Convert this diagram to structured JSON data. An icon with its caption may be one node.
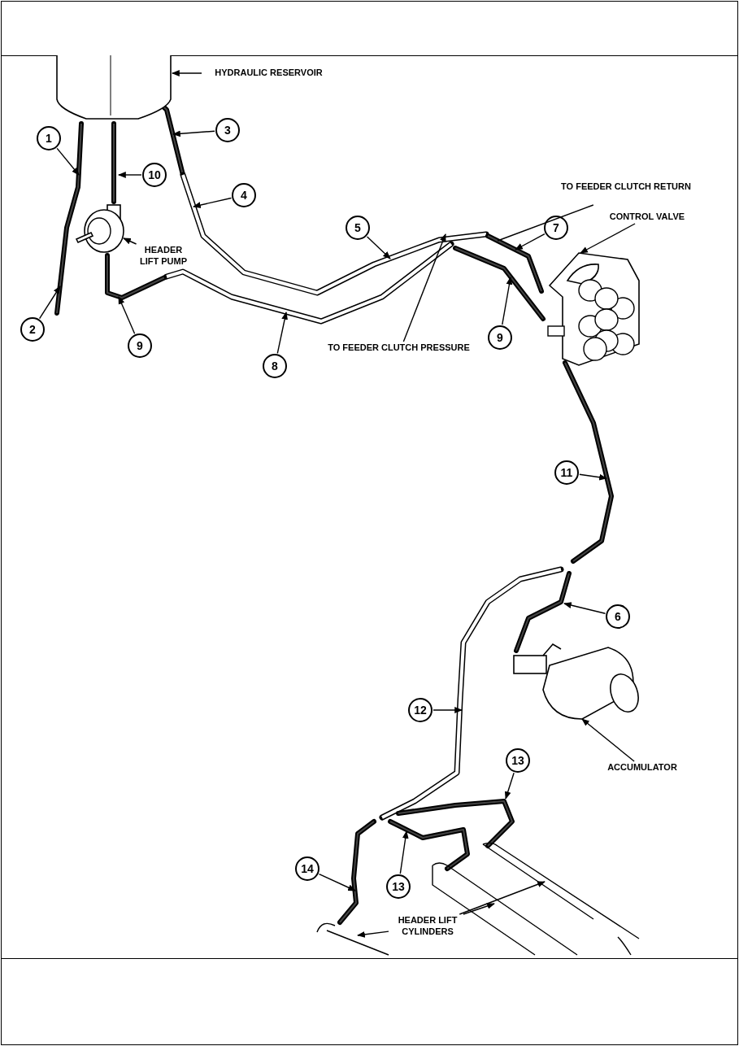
{
  "diagram": {
    "nodes": [
      {
        "text": [
          "HYDRAULIC RESERVOIR"
        ]
      },
      {
        "text": [],
        "shape": "picture"
      },
      {
        "text": [
          "HEADER LIFT PUMP"
        ]
      },
      {
        "text": [],
        "shape": "picture"
      },
      {
        "text": [
          "TO FEEDER CLUTCH RETURN"
        ]
      },
      {
        "text": [
          "CONTROL VALVE"
        ]
      },
      {
        "text": [],
        "shape": "picture"
      },
      {
        "text": [
          "TO FEEDER CLUTCH PRESSURE"
        ]
      },
      {
        "text": [
          "ACCUMULATOR"
        ]
      },
      {
        "text": [],
        "shape": "picture"
      },
      {
        "text": [
          "HEADER LIFT CYLINDERS"
        ]
      },
      {
        "text": [],
        "shape": "picture"
      },
      {
        "text": [],
        "shape": "picture"
      },
      {
        "text": [],
        "shape": "picture"
      },
      {
        "text": [
          "1"
        ]
      },
      {
        "text": [
          "3"
        ]
      },
      {
        "text": [
          "10"
        ]
      },
      {
        "text": [
          "4"
        ]
      },
      {
        "text": [
          "5"
        ]
      },
      {
        "text": [
          "7"
        ]
      },
      {
        "text": [
          "2"
        ]
      },
      {
        "text": [
          "9"
        ]
      },
      {
        "text": [
          "8"
        ]
      },
      {
        "text": [
          "9"
        ]
      },
      {
        "text": [
          "11"
        ]
      },
      {
        "text": [
          "6"
        ]
      },
      {
        "text": [
          "12"
        ]
      },
      {
        "text": [
          "13"
        ]
      },
      {
        "text": [
          "13"
        ]
      },
      {
        "text": [
          "14"
        ]
      }
    ],
    "edges": [
      {
        "from": 14,
        "to": null,
        "arrow": "to"
      },
      {
        "from": 15,
        "to": null,
        "arrow": "to"
      },
      {
        "from": 16,
        "to": null,
        "arrow": "to"
      },
      {
        "from": 17,
        "to": null,
        "arrow": "to"
      },
      {
        "from": 18,
        "to": null,
        "arrow": "to"
      },
      {
        "from": 19,
        "to": null,
        "arrow": "to"
      },
      {
        "from": 20,
        "to": null,
        "arrow": "to"
      },
      {
        "from": 21,
        "to": null,
        "arrow": "to"
      },
      {
        "from": 22,
        "to": null,
        "arrow": "to"
      },
      {
        "from": 23,
        "to": null,
        "arrow": "to"
      },
      {
        "from": 24,
        "to": null,
        "arrow": "to"
      },
      {
        "from": 25,
        "to": null,
        "arrow": "to"
      },
      {
        "from": 26,
        "to": null,
        "arrow": "to"
      },
      {
        "from": 27,
        "to": null,
        "arrow": "to"
      },
      {
        "from": 28,
        "to": null,
        "arrow": "to"
      },
      {
        "from": 29,
        "to": null,
        "arrow": "to"
      },
      {
        "from": 0,
        "to": 1,
        "arrow": "to"
      },
      {
        "from": 2,
        "to": 3,
        "arrow": "to"
      },
      {
        "from": 4,
        "to": null,
        "arrow": "none"
      },
      {
        "from": 5,
        "to": 6,
        "arrow": "to"
      },
      {
        "from": 7,
        "to": null,
        "arrow": "to"
      },
      {
        "from": 8,
        "to": 9,
        "arrow": "to"
      },
      {
        "from": 10,
        "to": 11,
        "arrow": "to"
      },
      {
        "from": 10,
        "to": 12,
        "arrow": "to"
      },
      {
        "from": 10,
        "to": 13,
        "arrow": "to"
      }
    ]
  }
}
